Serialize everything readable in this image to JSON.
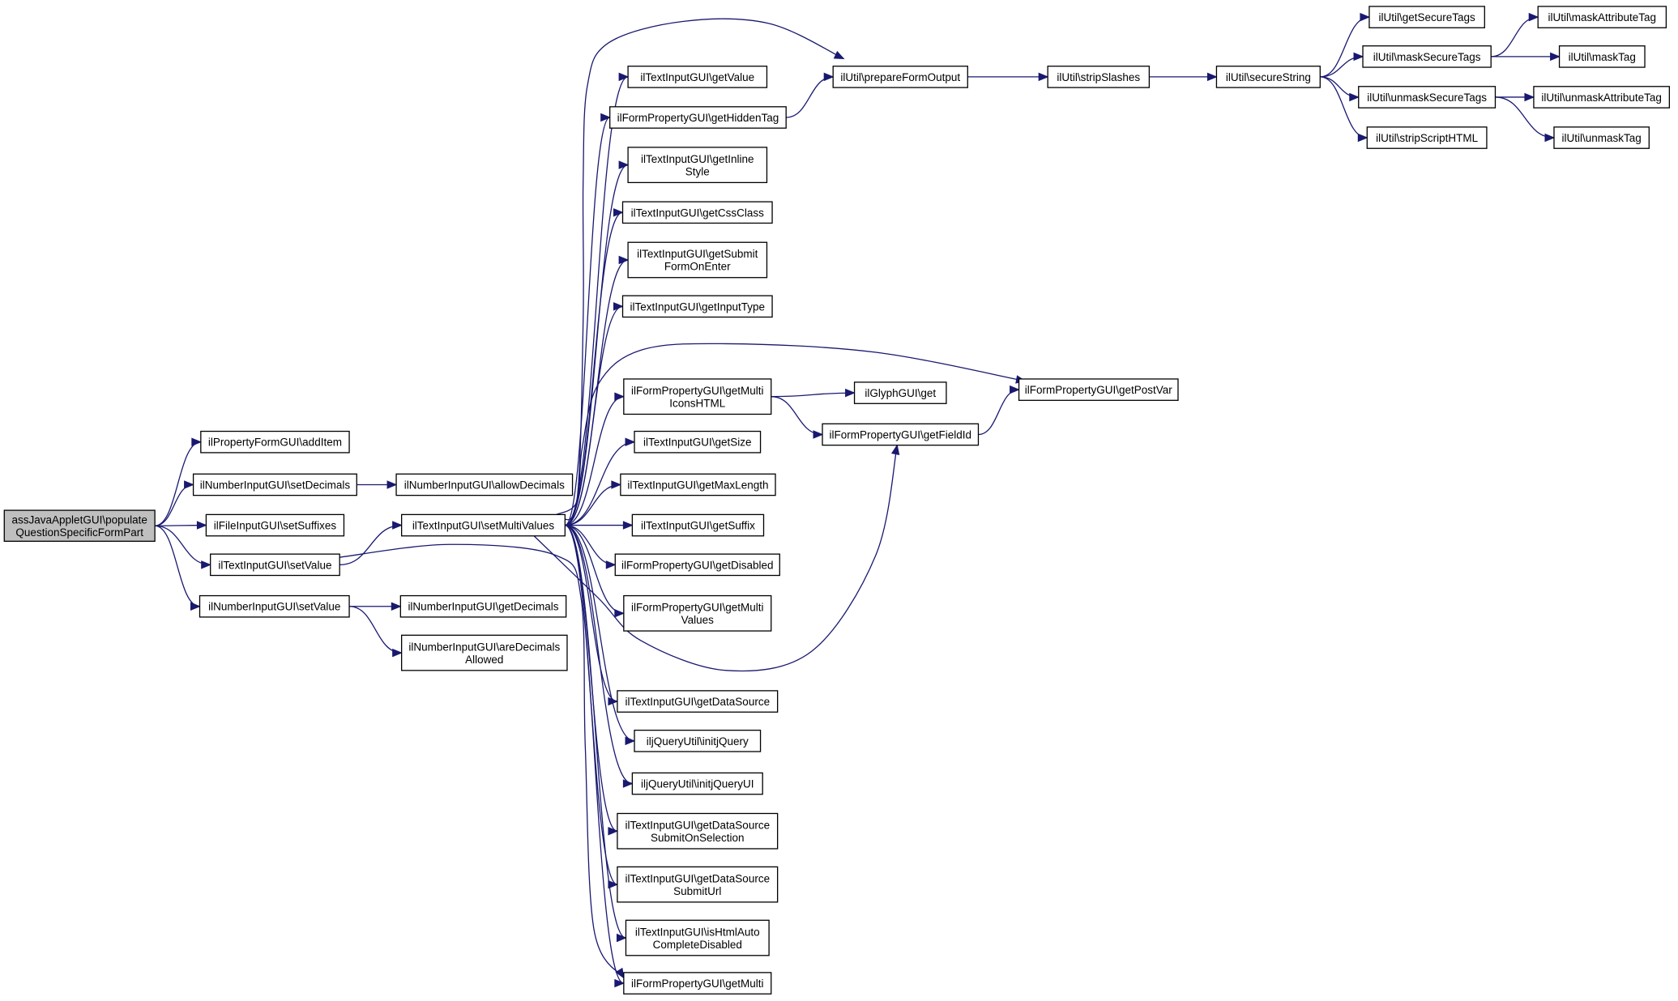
{
  "nodes": [
    {
      "id": "root",
      "lines": [
        "assJavaAppletGUI\\populate",
        "QuestionSpecificFormPart"
      ],
      "root": true
    },
    {
      "id": "addItem",
      "lines": [
        "ilPropertyFormGUI\\addItem"
      ]
    },
    {
      "id": "setDecimals",
      "lines": [
        "ilNumberInputGUI\\setDecimals"
      ]
    },
    {
      "id": "setSuffixes",
      "lines": [
        "ilFileInputGUI\\setSuffixes"
      ]
    },
    {
      "id": "tiSetValue",
      "lines": [
        "ilTextInputGUI\\setValue"
      ]
    },
    {
      "id": "niSetValue",
      "lines": [
        "ilNumberInputGUI\\setValue"
      ]
    },
    {
      "id": "allowDecimals",
      "lines": [
        "ilNumberInputGUI\\allowDecimals"
      ]
    },
    {
      "id": "setMultiValues",
      "lines": [
        "ilTextInputGUI\\setMultiValues"
      ]
    },
    {
      "id": "getDecimals",
      "lines": [
        "ilNumberInputGUI\\getDecimals"
      ]
    },
    {
      "id": "areDecimalsAllowed",
      "lines": [
        "ilNumberInputGUI\\areDecimals",
        "Allowed"
      ]
    },
    {
      "id": "getValue",
      "lines": [
        "ilTextInputGUI\\getValue"
      ]
    },
    {
      "id": "getHiddenTag",
      "lines": [
        "ilFormPropertyGUI\\getHiddenTag"
      ]
    },
    {
      "id": "getInlineStyle",
      "lines": [
        "ilTextInputGUI\\getInline",
        "Style"
      ]
    },
    {
      "id": "getCssClass",
      "lines": [
        "ilTextInputGUI\\getCssClass"
      ]
    },
    {
      "id": "getSubmitFormOnEnter",
      "lines": [
        "ilTextInputGUI\\getSubmit",
        "FormOnEnter"
      ]
    },
    {
      "id": "getInputType",
      "lines": [
        "ilTextInputGUI\\getInputType"
      ]
    },
    {
      "id": "getMultiIconsHTML",
      "lines": [
        "ilFormPropertyGUI\\getMulti",
        "IconsHTML"
      ]
    },
    {
      "id": "getSize",
      "lines": [
        "ilTextInputGUI\\getSize"
      ]
    },
    {
      "id": "getMaxLength",
      "lines": [
        "ilTextInputGUI\\getMaxLength"
      ]
    },
    {
      "id": "getSuffix",
      "lines": [
        "ilTextInputGUI\\getSuffix"
      ]
    },
    {
      "id": "getDisabled",
      "lines": [
        "ilFormPropertyGUI\\getDisabled"
      ]
    },
    {
      "id": "getMultiValues",
      "lines": [
        "ilFormPropertyGUI\\getMulti",
        "Values"
      ]
    },
    {
      "id": "getDataSource",
      "lines": [
        "ilTextInputGUI\\getDataSource"
      ]
    },
    {
      "id": "initjQuery",
      "lines": [
        "iljQueryUtil\\initjQuery"
      ]
    },
    {
      "id": "initjQueryUI",
      "lines": [
        "iljQueryUtil\\initjQueryUI"
      ]
    },
    {
      "id": "getDataSourceSubmitOnSelection",
      "lines": [
        "ilTextInputGUI\\getDataSource",
        "SubmitOnSelection"
      ]
    },
    {
      "id": "getDataSourceSubmitUrl",
      "lines": [
        "ilTextInputGUI\\getDataSource",
        "SubmitUrl"
      ]
    },
    {
      "id": "isHtmlAutoCompleteDisabled",
      "lines": [
        "ilTextInputGUI\\isHtmlAuto",
        "CompleteDisabled"
      ]
    },
    {
      "id": "getMulti",
      "lines": [
        "ilFormPropertyGUI\\getMulti"
      ]
    },
    {
      "id": "prepareFormOutput",
      "lines": [
        "ilUtil\\prepareFormOutput"
      ]
    },
    {
      "id": "glyphGet",
      "lines": [
        "ilGlyphGUI\\get"
      ]
    },
    {
      "id": "getFieldId",
      "lines": [
        "ilFormPropertyGUI\\getFieldId"
      ]
    },
    {
      "id": "getPostVar",
      "lines": [
        "ilFormPropertyGUI\\getPostVar"
      ]
    },
    {
      "id": "stripSlashes",
      "lines": [
        "ilUtil\\stripSlashes"
      ]
    },
    {
      "id": "secureString",
      "lines": [
        "ilUtil\\secureString"
      ]
    },
    {
      "id": "getSecureTags",
      "lines": [
        "ilUtil\\getSecureTags"
      ]
    },
    {
      "id": "maskSecureTags",
      "lines": [
        "ilUtil\\maskSecureTags"
      ]
    },
    {
      "id": "unmaskSecureTags",
      "lines": [
        "ilUtil\\unmaskSecureTags"
      ]
    },
    {
      "id": "stripScriptHTML",
      "lines": [
        "ilUtil\\stripScriptHTML"
      ]
    },
    {
      "id": "maskAttributeTag",
      "lines": [
        "ilUtil\\maskAttributeTag"
      ]
    },
    {
      "id": "maskTag",
      "lines": [
        "ilUtil\\maskTag"
      ]
    },
    {
      "id": "unmaskAttributeTag",
      "lines": [
        "ilUtil\\unmaskAttributeTag"
      ]
    },
    {
      "id": "unmaskTag",
      "lines": [
        "ilUtil\\unmaskTag"
      ]
    }
  ],
  "edges": [
    [
      "root",
      "addItem"
    ],
    [
      "root",
      "setDecimals"
    ],
    [
      "root",
      "setSuffixes"
    ],
    [
      "root",
      "tiSetValue"
    ],
    [
      "root",
      "niSetValue"
    ],
    [
      "setDecimals",
      "allowDecimals"
    ],
    [
      "tiSetValue",
      "setMultiValues"
    ],
    [
      "tiSetValue",
      "getMulti"
    ],
    [
      "niSetValue",
      "getDecimals"
    ],
    [
      "niSetValue",
      "areDecimalsAllowed"
    ],
    [
      "setMultiValues",
      "prepareFormOutput"
    ],
    [
      "setMultiValues",
      "getValue"
    ],
    [
      "setMultiValues",
      "getHiddenTag"
    ],
    [
      "setMultiValues",
      "getInlineStyle"
    ],
    [
      "setMultiValues",
      "getCssClass"
    ],
    [
      "setMultiValues",
      "getSubmitFormOnEnter"
    ],
    [
      "setMultiValues",
      "getInputType"
    ],
    [
      "setMultiValues",
      "getPostVar"
    ],
    [
      "setMultiValues",
      "getMultiIconsHTML"
    ],
    [
      "setMultiValues",
      "getSize"
    ],
    [
      "setMultiValues",
      "getMaxLength"
    ],
    [
      "setMultiValues",
      "getSuffix"
    ],
    [
      "setMultiValues",
      "getDisabled"
    ],
    [
      "setMultiValues",
      "getMultiValues"
    ],
    [
      "setMultiValues",
      "getFieldId"
    ],
    [
      "setMultiValues",
      "getDataSource"
    ],
    [
      "setMultiValues",
      "initjQuery"
    ],
    [
      "setMultiValues",
      "initjQueryUI"
    ],
    [
      "setMultiValues",
      "getDataSourceSubmitOnSelection"
    ],
    [
      "setMultiValues",
      "getDataSourceSubmitUrl"
    ],
    [
      "setMultiValues",
      "isHtmlAutoCompleteDisabled"
    ],
    [
      "setMultiValues",
      "getMulti"
    ],
    [
      "getHiddenTag",
      "prepareFormOutput"
    ],
    [
      "getMultiIconsHTML",
      "glyphGet"
    ],
    [
      "getMultiIconsHTML",
      "getFieldId"
    ],
    [
      "getFieldId",
      "getPostVar"
    ],
    [
      "prepareFormOutput",
      "stripSlashes"
    ],
    [
      "stripSlashes",
      "secureString"
    ],
    [
      "secureString",
      "getSecureTags"
    ],
    [
      "secureString",
      "maskSecureTags"
    ],
    [
      "secureString",
      "unmaskSecureTags"
    ],
    [
      "secureString",
      "stripScriptHTML"
    ],
    [
      "maskSecureTags",
      "maskAttributeTag"
    ],
    [
      "maskSecureTags",
      "maskTag"
    ],
    [
      "unmaskSecureTags",
      "unmaskAttributeTag"
    ],
    [
      "unmaskSecureTags",
      "unmaskTag"
    ]
  ]
}
